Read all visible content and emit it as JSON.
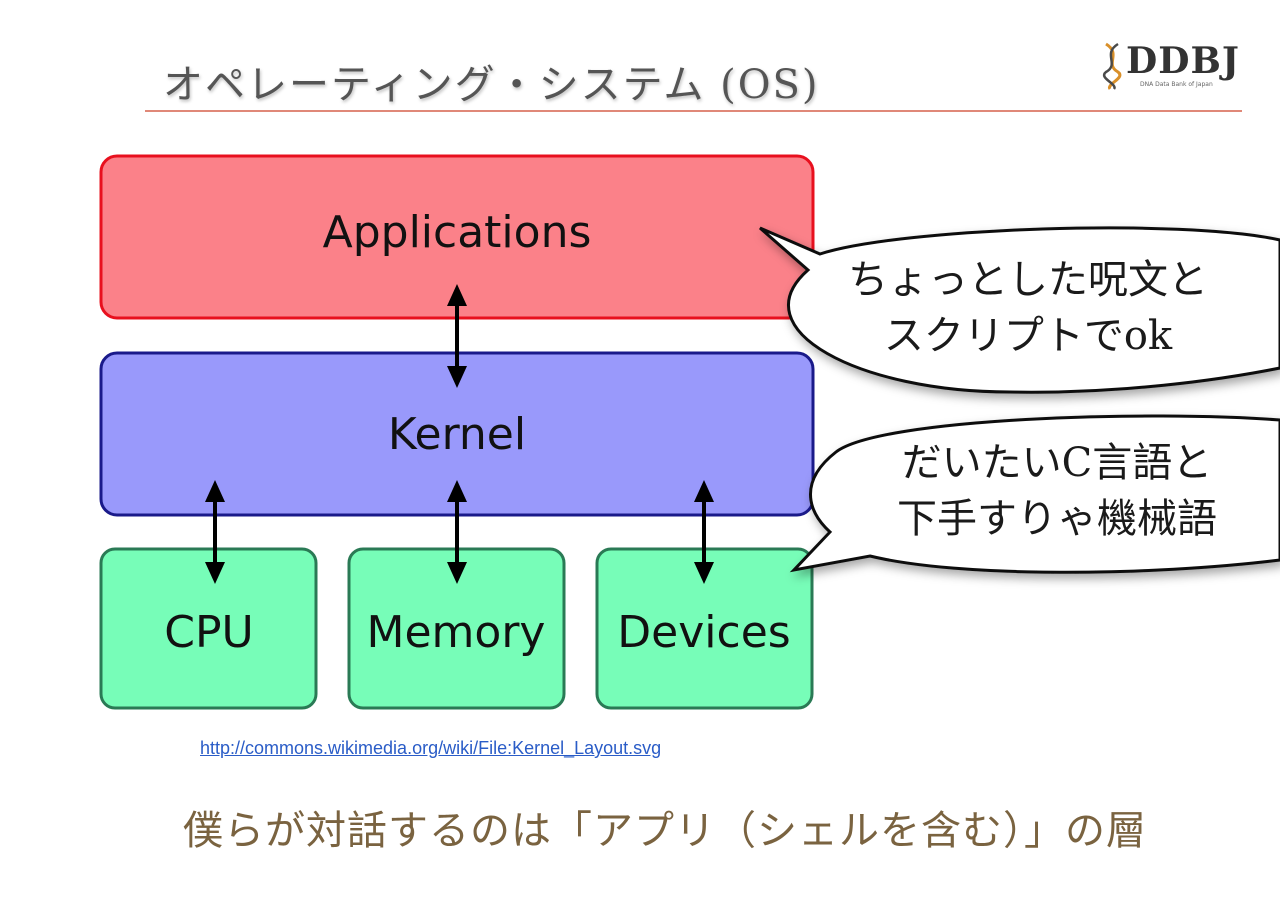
{
  "title": "オペレーティング・システム (OS)",
  "logo": {
    "name": "DDBJ",
    "subtitle": "DNA Data Bank of Japan"
  },
  "diagram": {
    "layers": {
      "applications": "Applications",
      "kernel": "Kernel",
      "cpu": "CPU",
      "memory": "Memory",
      "devices": "Devices"
    },
    "colors": {
      "applications_fill": "#fb8189",
      "applications_stroke": "#e8101e",
      "kernel_fill": "#9999fb",
      "kernel_stroke": "#1a1a8a",
      "hardware_fill": "#77fdb8",
      "hardware_stroke": "#2a7a55",
      "arrow": "#000000"
    }
  },
  "callouts": {
    "upper": {
      "line1": "ちょっとした呪文と",
      "line2": "スクリプトでok"
    },
    "lower": {
      "line1": "だいたいC言語と",
      "line2": "下手すりゃ機械語"
    }
  },
  "source_link": "http://commons.wikimedia.org/wiki/File:Kernel_Layout.svg",
  "caption": "僕らが対話するのは「アプリ（シェルを含む）」の層"
}
